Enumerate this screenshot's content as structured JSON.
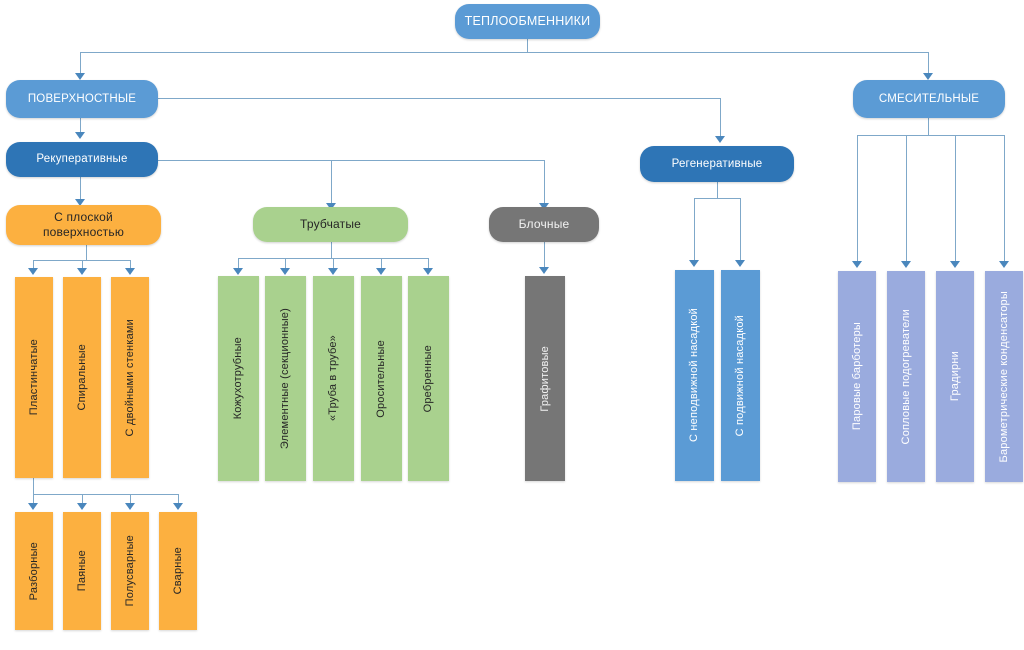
{
  "diagram": {
    "title": "ТЕПЛООБМЕННИКИ",
    "root": {
      "label": "ТЕПЛООБМЕННИКИ"
    },
    "level2": [
      {
        "label": "ПОВЕРХНОСТНЫЕ"
      },
      {
        "label": "СМЕСИТЕЛЬНЫЕ"
      }
    ],
    "level3": [
      {
        "label": "Рекуперативные"
      },
      {
        "label": "Регенеративные"
      }
    ],
    "groups": [
      {
        "label": "С плоской поверхностью",
        "color": "#fcb040"
      },
      {
        "label": "Трубчатые",
        "color": "#a9d18e"
      },
      {
        "label": "Блочные",
        "color": "#767676"
      }
    ],
    "flat_surface_items": [
      {
        "label": "Пластинчатые"
      },
      {
        "label": "Спиральные"
      },
      {
        "label": "С двойными стенками"
      }
    ],
    "plate_subtypes": [
      {
        "label": "Разборные"
      },
      {
        "label": "Паяные"
      },
      {
        "label": "Полусварные"
      },
      {
        "label": "Сварные"
      }
    ],
    "tubular_items": [
      {
        "label": "Кожухотрубные"
      },
      {
        "label": "Элементные (секционные)"
      },
      {
        "label": "«Труба в трубе»"
      },
      {
        "label": "Оросительные"
      },
      {
        "label": "Оребренные"
      }
    ],
    "block_items": [
      {
        "label": "Графитовые"
      }
    ],
    "regenerative_items": [
      {
        "label": "С неподвижной насадкой"
      },
      {
        "label": "С подвижной насадкой"
      }
    ],
    "mixing_items": [
      {
        "label": "Паровые барботеры"
      },
      {
        "label": "Сопловые подогреватели"
      },
      {
        "label": "Градирни"
      },
      {
        "label": "Барометрические конденсаторы"
      }
    ],
    "colors": {
      "root_blue": "#5b9bd5",
      "dark_blue": "#2e75b6",
      "orange": "#fcb040",
      "green": "#a9d18e",
      "gray": "#767676",
      "periwinkle": "#9aabde",
      "connector": "#7fa8c9",
      "background": "#ffffff"
    }
  }
}
